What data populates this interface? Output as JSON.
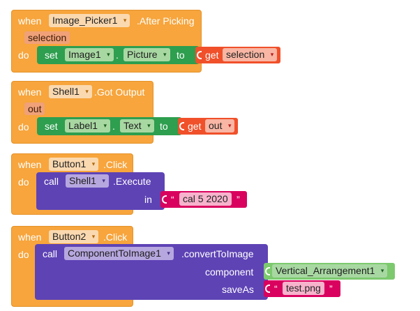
{
  "blocks": [
    {
      "when": "when",
      "component": "Image_Picker1",
      "event": ".After Picking",
      "param": "selection",
      "do": "do",
      "set": "set",
      "target": "Image1",
      "dot": ".",
      "property": "Picture",
      "to": "to",
      "get": "get",
      "var": "selection"
    },
    {
      "when": "when",
      "component": "Shell1",
      "event": ".Got Output",
      "param": "out",
      "do": "do",
      "set": "set",
      "target": "Label1",
      "dot": ".",
      "property": "Text",
      "to": "to",
      "get": "get",
      "var": "out"
    },
    {
      "when": "when",
      "component": "Button1",
      "event": ".Click",
      "do": "do",
      "call": "call",
      "target": "Shell1",
      "method": ".Execute",
      "arg_label": "in",
      "quote_open": "“",
      "arg_value": "cal 5 2020",
      "quote_close": "”"
    },
    {
      "when": "when",
      "component": "Button2",
      "event": ".Click",
      "do": "do",
      "call": "call",
      "target": "ComponentToImage1",
      "method": ".convertToImage",
      "arg1_label": "component",
      "arg1_value": "Vertical_Arrangement1",
      "arg2_label": "saveAs",
      "quote_open": "“",
      "arg2_value": "test.png",
      "quote_close": "”"
    }
  ],
  "dropdown_arrow": "▾",
  "colors": {
    "event": "#f7a53c",
    "setter": "#2e9e4f",
    "getter": "#f0502a",
    "method_call": "#5e43b5",
    "text": "#d9025e",
    "component": "#7cc96e"
  }
}
